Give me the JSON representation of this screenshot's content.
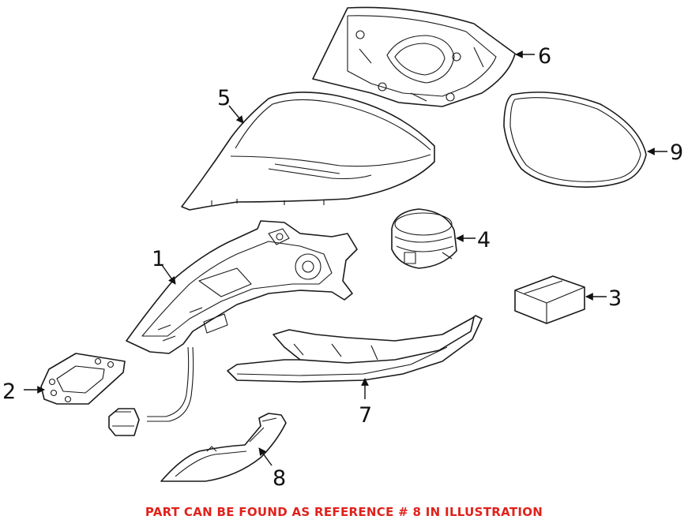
{
  "callouts": [
    "1",
    "2",
    "3",
    "4",
    "5",
    "6",
    "7",
    "8",
    "9"
  ],
  "caption": "PART CAN BE FOUND AS REFERENCE # 8 IN ILLUSTRATION",
  "colors": {
    "caption": "#e0211b",
    "line": "#1a1a1a",
    "background": "#ffffff"
  }
}
